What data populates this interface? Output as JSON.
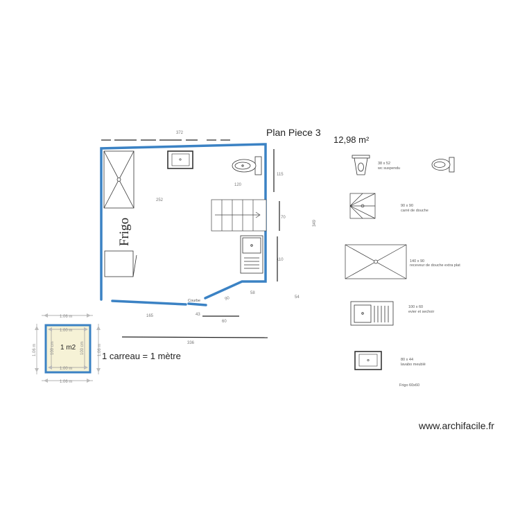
{
  "title": "Plan Piece 3",
  "area": "12,98 m²",
  "scale_note": "1 carreau = 1 mètre",
  "watermark": "www.archifacile.fr",
  "room": {
    "fridge_label": "Frigo",
    "corner_label": "Courbe",
    "dims": {
      "top": "372",
      "inner_width": "252",
      "wc_offset": "120",
      "right_top": "115",
      "right_mid": "70",
      "right_total": "349",
      "right_lower": "110",
      "bottom": "336",
      "bottom_left": "165",
      "bottom_mid": "43",
      "bottom_right": "60",
      "diagonal": "90",
      "sink_gap": "58",
      "outer_right": "54"
    }
  },
  "tile": {
    "label": "1 m2",
    "top": "1.06 m",
    "bottom": "1.06 m",
    "left": "1.06 m",
    "right": "1.06 m",
    "inner_top": "1.00 m",
    "inner_bottom": "1.00 m",
    "inner_left": "100 cm",
    "inner_right": "100 cm"
  },
  "legend": [
    {
      "icon": "wc-icon",
      "size": "38 x 52",
      "name": "wc suspendu"
    },
    {
      "icon": "shower-square-icon",
      "size": "90 x 90",
      "name": "carré de douche"
    },
    {
      "icon": "shower-tray-icon",
      "size": "140 x 90",
      "name": "receveur de douche extra plat"
    },
    {
      "icon": "sink-drainer-icon",
      "size": "100 x 60",
      "name": "evier et sechoir"
    },
    {
      "icon": "washbasin-icon",
      "size": "80 x 44",
      "name": "lavabo meublé"
    },
    {
      "icon": "",
      "size": "",
      "name": "Frigo 60x60"
    }
  ]
}
